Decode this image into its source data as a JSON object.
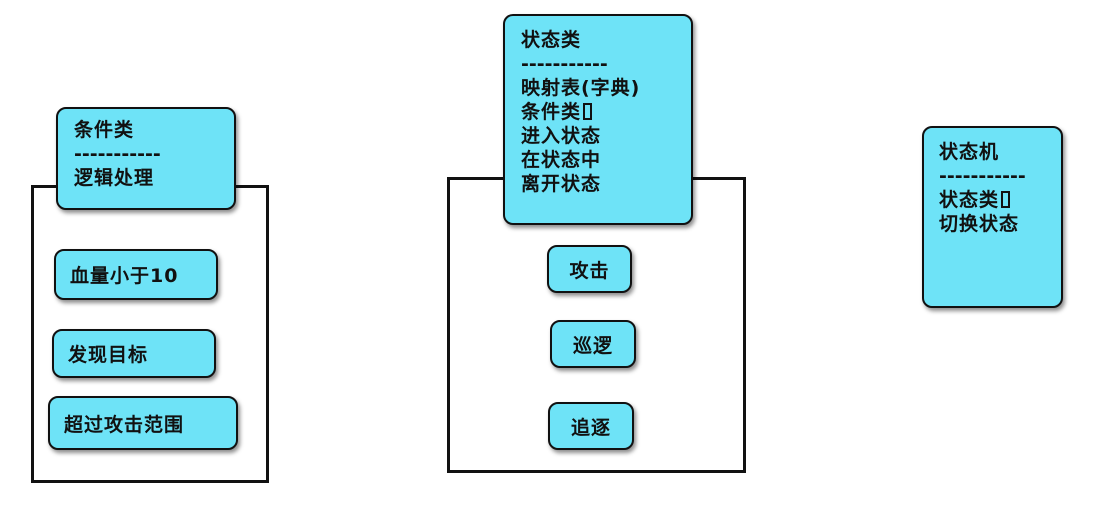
{
  "condition": {
    "card": {
      "title": "条件类",
      "separator": "-----------",
      "lines": [
        "逻辑处理"
      ]
    },
    "items": [
      "血量小于10",
      "发现目标",
      "超过攻击范围"
    ]
  },
  "state": {
    "card": {
      "title": "状态类",
      "separator": "-----------",
      "lines": [
        "映射表(字典)",
        "条件类",
        "进入状态",
        "在状态中",
        "离开状态"
      ]
    },
    "items": [
      "攻击",
      "巡逻",
      "追逐"
    ]
  },
  "machine": {
    "card": {
      "title": "状态机",
      "separator": "-----------",
      "lines": [
        "状态类",
        "切换状态"
      ]
    }
  },
  "colors": {
    "box_fill": "#6ee3f7",
    "stroke": "#111111"
  },
  "icons": {
    "field_marker": "rectangle-glyph-icon"
  }
}
